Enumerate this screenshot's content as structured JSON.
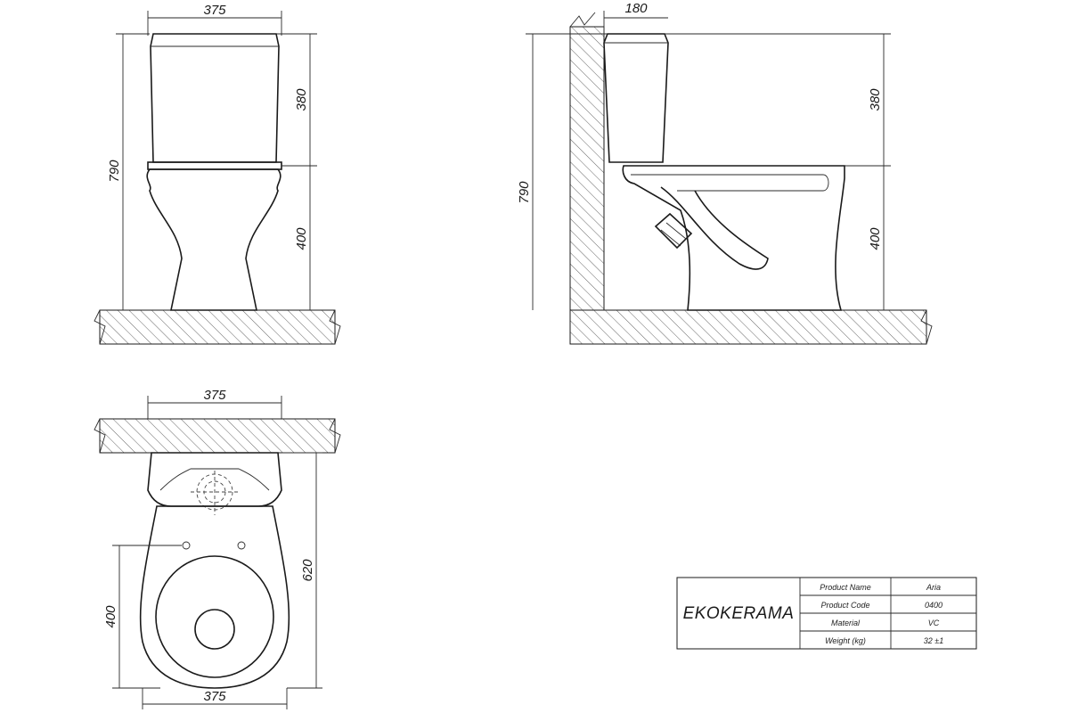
{
  "front_view": {
    "width_top": "375",
    "tank_height": "380",
    "bowl_height": "400",
    "total_height": "790"
  },
  "side_view": {
    "wall_offset": "180",
    "tank_height": "380",
    "bowl_height": "400",
    "total_height": "790"
  },
  "top_view": {
    "width_top": "375",
    "width_bottom": "375",
    "depth": "620",
    "seat_depth": "400"
  },
  "title_block": {
    "brand": "EKOKERAMA",
    "rows": [
      {
        "label": "Product Name",
        "value": "Aria"
      },
      {
        "label": "Product Code",
        "value": "0400"
      },
      {
        "label": "Material",
        "value": "VC"
      },
      {
        "label": "Weight (kg)",
        "value": "32 ±1"
      }
    ]
  }
}
